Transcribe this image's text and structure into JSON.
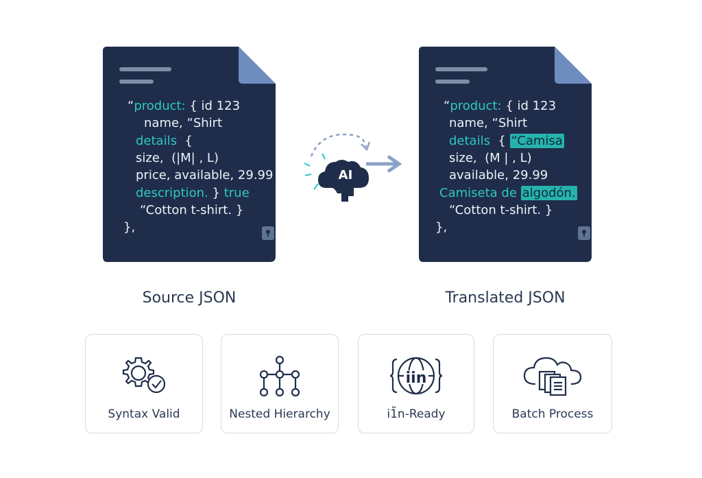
{
  "source_doc": {
    "label": "Source JSON",
    "lines": [
      {
        "parts": [
          {
            "t": "“",
            "c": "plain"
          },
          {
            "t": "product:",
            "c": "kw"
          },
          {
            "t": " { id 123",
            "c": "plain"
          }
        ]
      },
      {
        "parts": [
          {
            "t": "name, “Shirt",
            "c": "plain"
          }
        ]
      },
      {
        "parts": [
          {
            "t": "details",
            "c": "kw"
          },
          {
            "t": "  {",
            "c": "plain"
          }
        ]
      },
      {
        "parts": [
          {
            "t": "size,  (|M| , L)",
            "c": "plain"
          }
        ]
      },
      {
        "parts": [
          {
            "t": "price, available, 29.99",
            "c": "plain"
          }
        ]
      },
      {
        "parts": [
          {
            "t": "description.",
            "c": "kw"
          },
          {
            "t": " } ",
            "c": "plain"
          },
          {
            "t": "true",
            "c": "kw"
          }
        ]
      },
      {
        "parts": [
          {
            "t": "“Cotton t-shirt. }",
            "c": "plain"
          }
        ]
      },
      {
        "parts": [
          {
            "t": "},",
            "c": "plain"
          }
        ]
      }
    ]
  },
  "translated_doc": {
    "label": "Translated JSON",
    "lines": [
      {
        "parts": [
          {
            "t": "“",
            "c": "plain"
          },
          {
            "t": "product:",
            "c": "kw"
          },
          {
            "t": " { id 123",
            "c": "plain"
          }
        ]
      },
      {
        "parts": [
          {
            "t": "name, “Shirt",
            "c": "plain"
          }
        ]
      },
      {
        "parts": [
          {
            "t": "details",
            "c": "kw"
          },
          {
            "t": "  { ",
            "c": "plain"
          },
          {
            "t": "“Camisa",
            "c": "hl"
          }
        ]
      },
      {
        "parts": [
          {
            "t": "size,  (M | , L)",
            "c": "plain"
          }
        ]
      },
      {
        "parts": [
          {
            "t": "available, 29.99",
            "c": "plain"
          }
        ]
      },
      {
        "parts": [
          {
            "t": "Camiseta de ",
            "c": "kw"
          },
          {
            "t": "algodón.",
            "c": "hl"
          }
        ]
      },
      {
        "parts": [
          {
            "t": "“Cotton t-shirt. }",
            "c": "plain"
          }
        ]
      },
      {
        "parts": [
          {
            "t": "},",
            "c": "plain"
          }
        ]
      }
    ]
  },
  "ai_badge": {
    "label": "AI"
  },
  "features": [
    {
      "label": "Syntax Valid",
      "icon": "gear-check-icon"
    },
    {
      "label": "Nested Hierarchy",
      "icon": "hierarchy-tree-icon"
    },
    {
      "label": "i1̃n-Ready",
      "icon": "globe-i18n-icon"
    },
    {
      "label": "Batch Process",
      "icon": "cloud-documents-icon"
    }
  ],
  "colors": {
    "doc_bg": "#1f2d4b",
    "doc_fold": "#6f8cbf",
    "accent_teal": "#2fc7c2",
    "highlight": "#26b3ad",
    "arrow": "#8aa2c6",
    "text_dark": "#2a3a52"
  }
}
